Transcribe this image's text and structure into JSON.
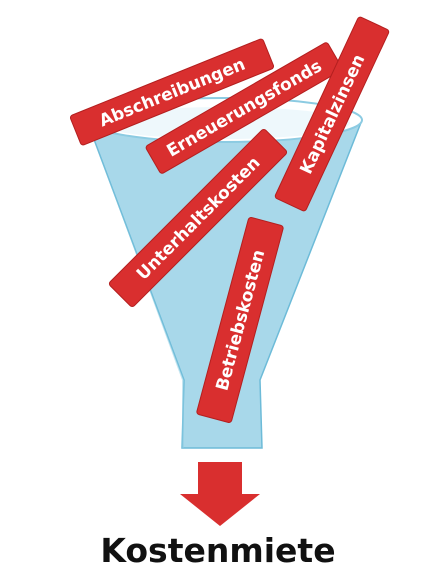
{
  "diagram": {
    "cost_items": [
      "Abschreibungen",
      "Erneuerungsfonds",
      "Kapitalzinsen",
      "Unterhaltskosten",
      "Betriebskosten"
    ],
    "result_label": "Kostenmiete",
    "colors": {
      "funnel_fill": "#a8d8ea",
      "funnel_stroke": "#6dbbd8",
      "funnel_rim": "#ffffff",
      "tag_fill": "#d92f2f",
      "tag_text": "#ffffff",
      "arrow": "#d92f2f",
      "result_text": "#111111"
    }
  }
}
